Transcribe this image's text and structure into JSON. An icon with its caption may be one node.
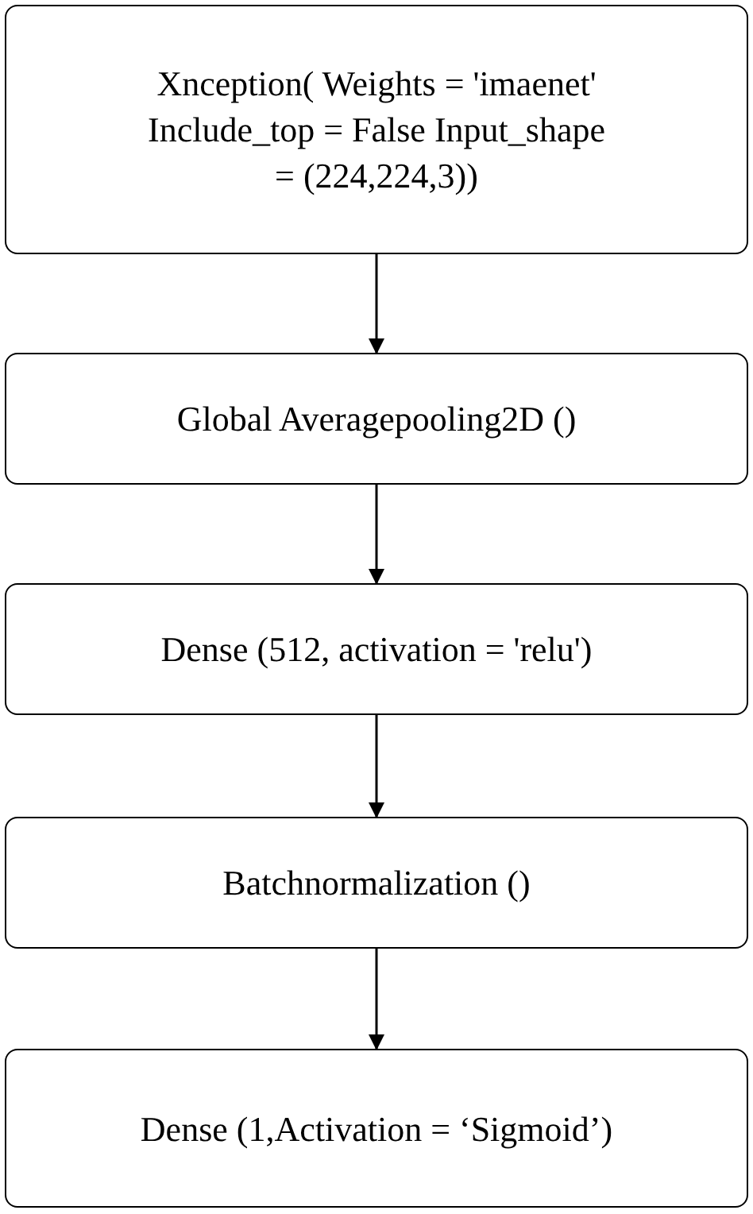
{
  "diagram": {
    "nodes": [
      {
        "text": [
          "Xnception( Weights = 'imaenet' Include_top = False Input_shape = (224,224,3))"
        ]
      },
      {
        "text": [
          "Global Averagepooling2D ()"
        ]
      },
      {
        "text": [
          "Dense (512, activation = 'relu')"
        ]
      },
      {
        "text": [
          "Batchnormalization ()"
        ]
      },
      {
        "text": [
          "Dense (1,Activation = ‘Sigmoid’)"
        ]
      }
    ],
    "edges": [
      {
        "from": 0,
        "to": 1,
        "arrow": "to"
      },
      {
        "from": 1,
        "to": 2,
        "arrow": "to"
      },
      {
        "from": 2,
        "to": 3,
        "arrow": "to"
      },
      {
        "from": 3,
        "to": 4,
        "arrow": "to"
      }
    ]
  }
}
